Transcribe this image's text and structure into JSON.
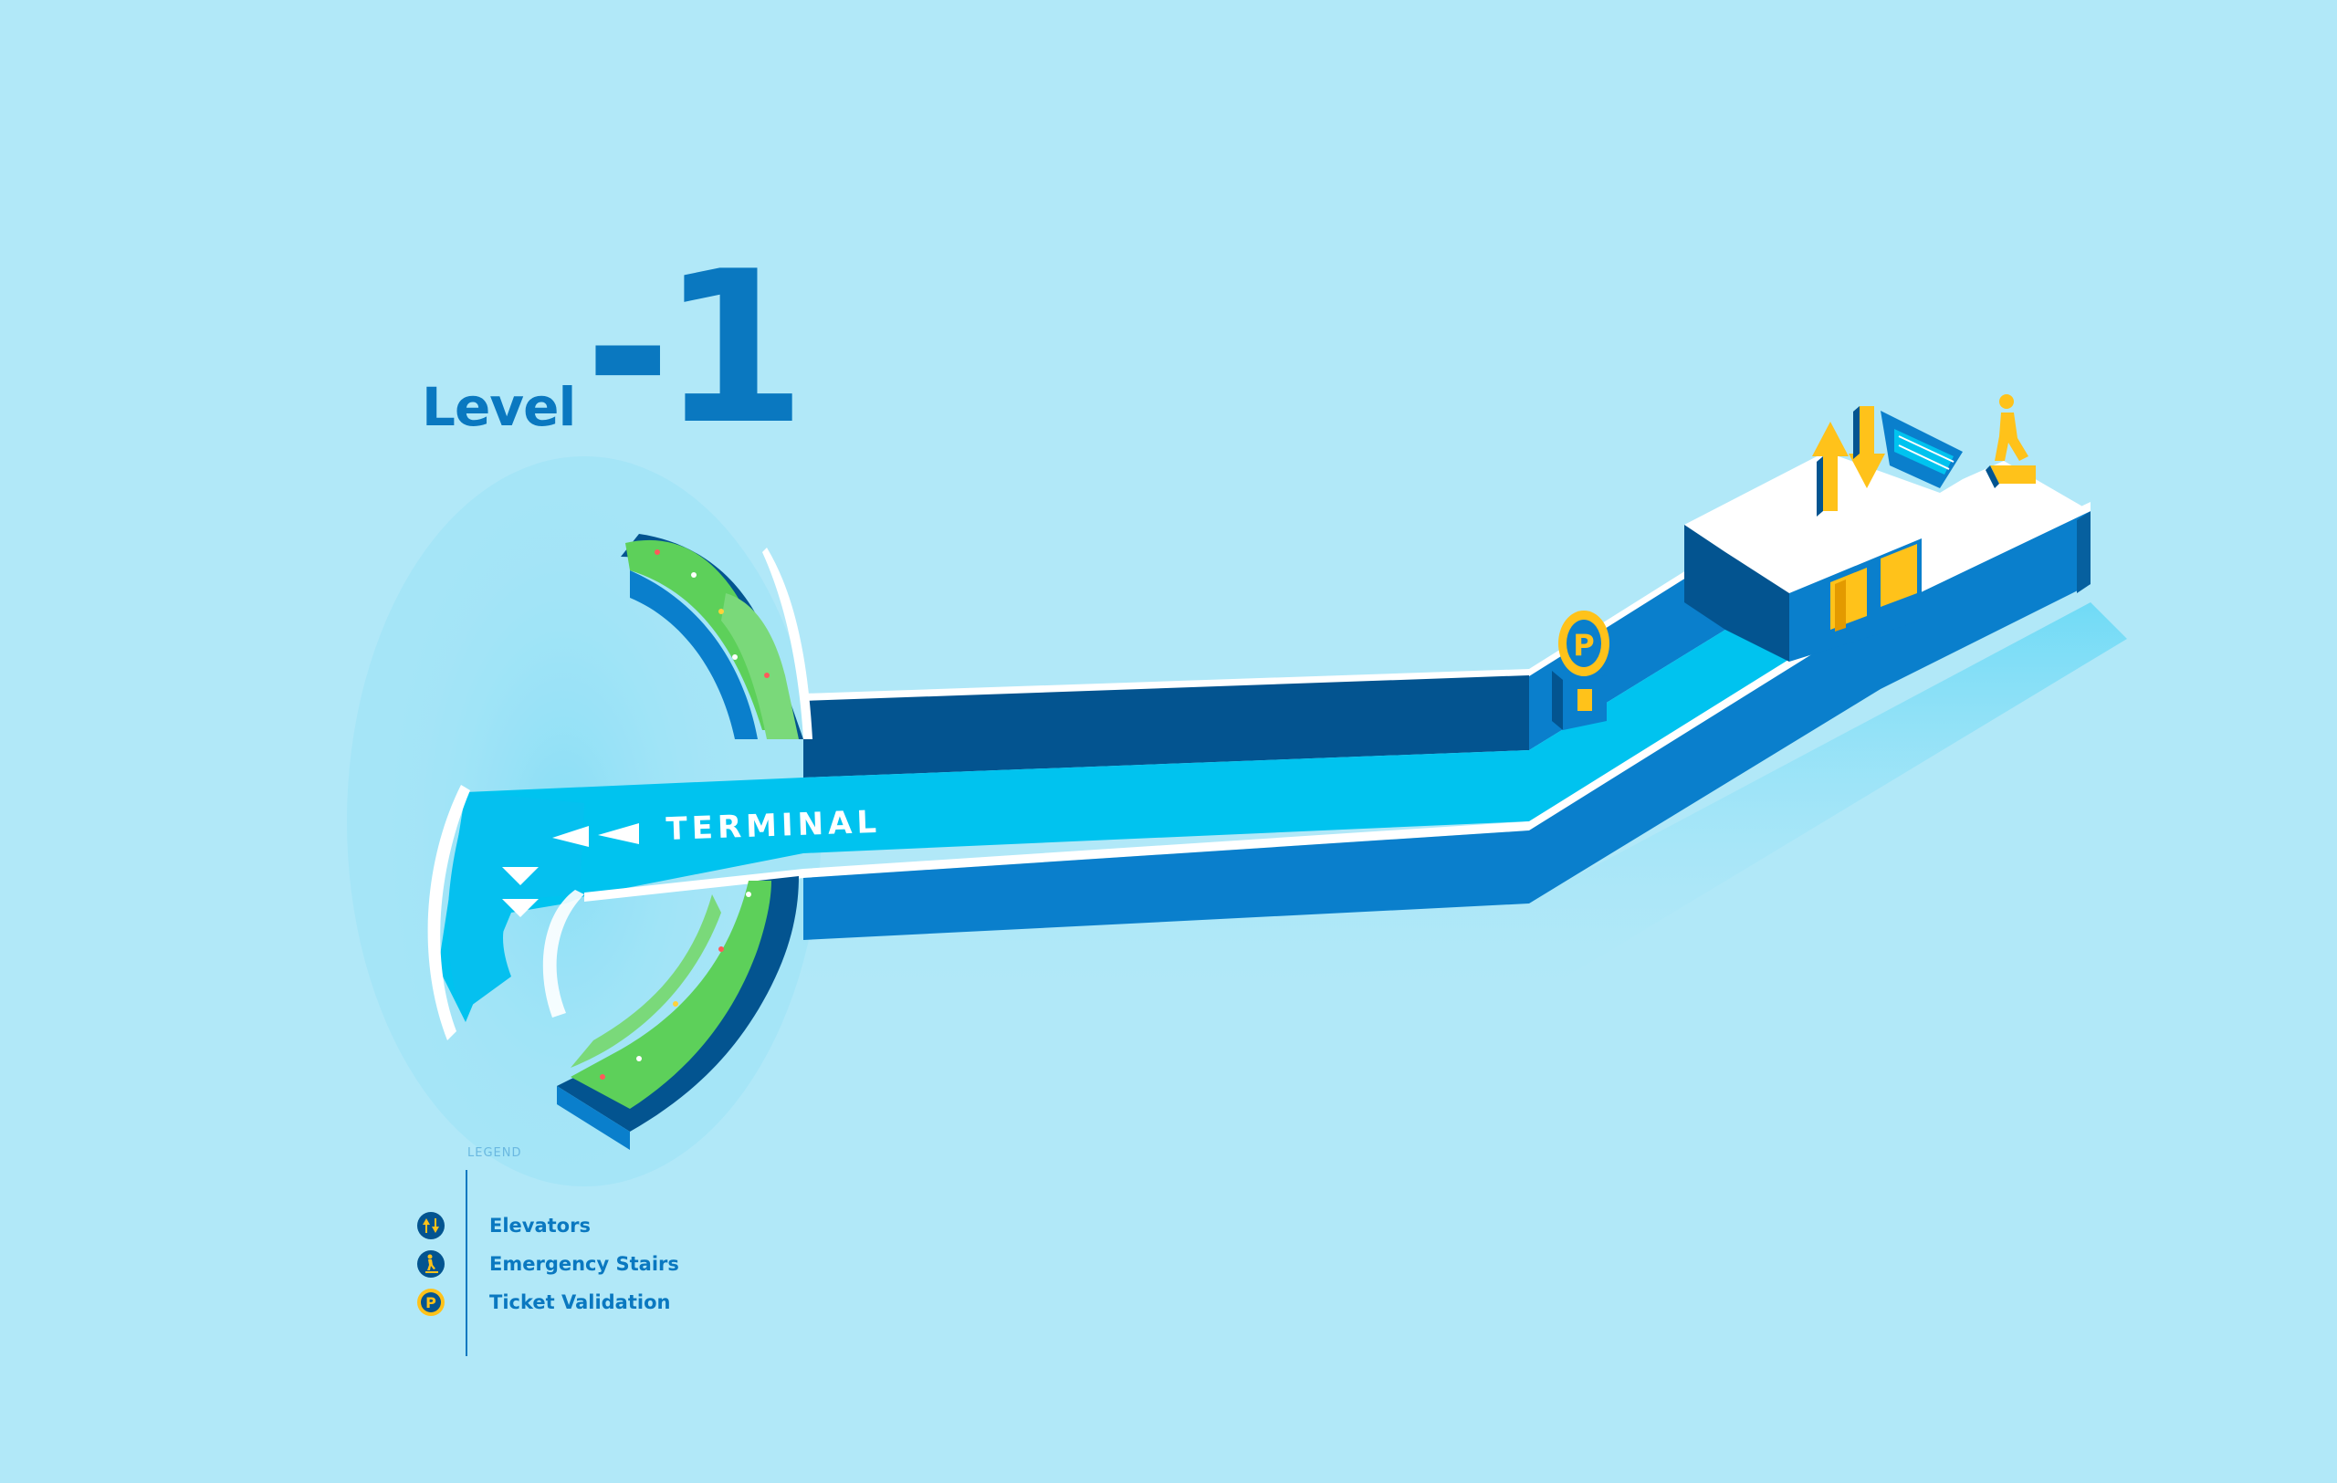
{
  "level": {
    "label": "Level",
    "number": "-1"
  },
  "map": {
    "corridor_label": "TERMINAL"
  },
  "legend": {
    "title": "LEGEND",
    "items": [
      {
        "label": "Elevators",
        "icon": "elevator-icon"
      },
      {
        "label": "Emergency Stairs",
        "icon": "emergency-stairs-icon"
      },
      {
        "label": "Ticket Validation",
        "icon": "ticket-validation-icon"
      }
    ]
  },
  "colors": {
    "background": "#b1e8f8",
    "corridor_floor": "#00c3ef",
    "wall_face": "#0a7fcc",
    "wall_dark": "#035490",
    "accent_yellow": "#ffc21a",
    "grass": "#4ec94a"
  }
}
